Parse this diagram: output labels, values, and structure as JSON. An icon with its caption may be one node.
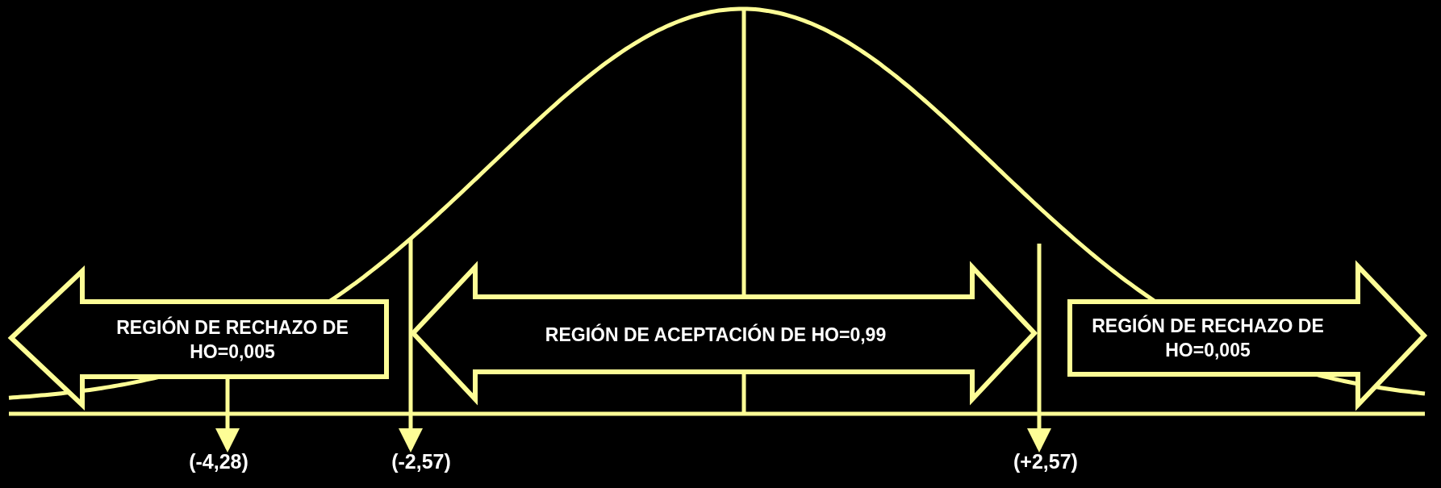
{
  "diagram": {
    "nodes": [
      {
        "text": [
          "REGIÓN DE RECHAZO DE HO=0,005"
        ]
      },
      {
        "text": [
          "REGIÓN DE ACEPTACIÓN DE HO=0,99"
        ]
      },
      {
        "text": [
          "REGIÓN DE RECHAZO DE HO=0,005"
        ]
      },
      {
        "text": [
          "(-4,28)"
        ]
      },
      {
        "text": [
          "(-2,57)"
        ]
      },
      {
        "text": [
          "(+2,57)"
        ]
      }
    ],
    "edges": [
      {
        "from": 0,
        "to": 3,
        "arrow": "to"
      },
      {
        "from": null,
        "to": 4,
        "arrow": "to"
      },
      {
        "from": null,
        "to": 5,
        "arrow": "to"
      }
    ]
  }
}
